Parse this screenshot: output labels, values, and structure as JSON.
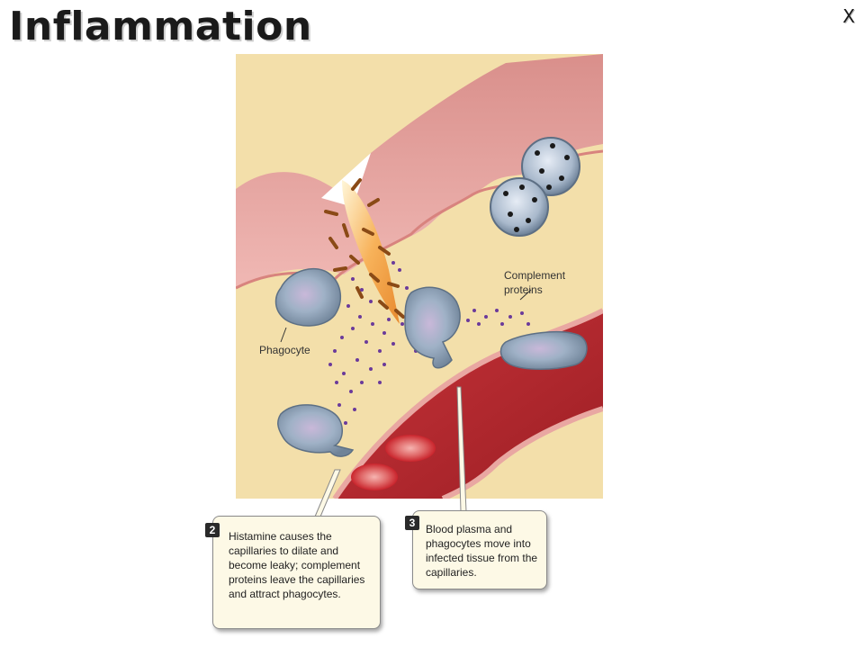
{
  "title": "Inflammation",
  "close_label": "X",
  "labels": {
    "complement": "Complement\nproteins",
    "phagocyte": "Phagocyte"
  },
  "steps": [
    {
      "number": "2",
      "text": "Histamine causes the capillaries to dilate and become leaky; complement proteins leave the capillaries and attract phagocytes."
    },
    {
      "number": "3",
      "text": "Blood plasma and phagocytes move into infected tissue from the capillaries."
    }
  ],
  "colors": {
    "skin_pink": "#e8a9a6",
    "tissue": "#f3dfaa",
    "vessel_red": "#b8282e",
    "phagocyte": "#8fa3b8",
    "dots": "#6a3a9a",
    "splinter": "#f3a94e"
  }
}
